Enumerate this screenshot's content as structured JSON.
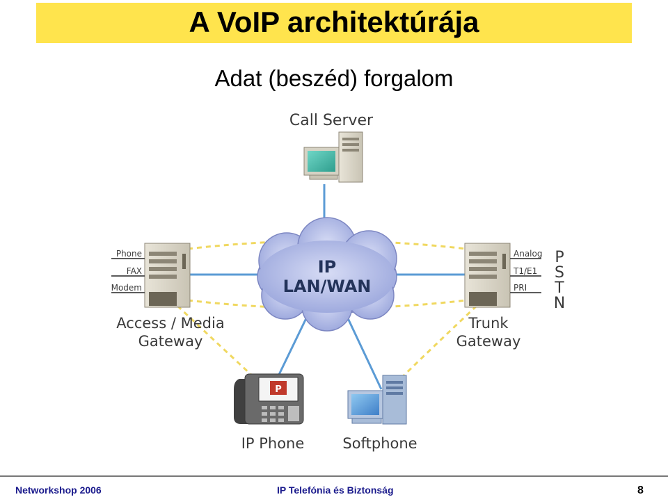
{
  "title": "A VoIP architektúrája",
  "subtitle": "Adat (beszéd) forgalom",
  "diagram": {
    "call_server": "Call Server",
    "cloud_line1": "IP",
    "cloud_line2": "LAN/WAN",
    "access_gateway_line1": "Access / Media",
    "access_gateway_line2": "Gateway",
    "trunk_gateway_line1": "Trunk",
    "trunk_gateway_line2": "Gateway",
    "ip_phone": "IP Phone",
    "softphone": "Softphone",
    "access_ports": [
      "Phone",
      "FAX",
      "Modem"
    ],
    "trunk_ports": [
      "Analog",
      "T1/E1",
      "PRI"
    ],
    "pstn_letters": [
      "P",
      "S",
      "T",
      "N"
    ],
    "phone_logo": "P"
  },
  "colors": {
    "title_bar": "#ffe44d",
    "link_blue": "#5b9bd5",
    "dashed_yellow": "#f0d860",
    "footer_text": "#1a1a8c"
  },
  "footer": {
    "left": "Networkshop 2006",
    "center": "IP Telefónia és Biztonság",
    "page": "8"
  }
}
